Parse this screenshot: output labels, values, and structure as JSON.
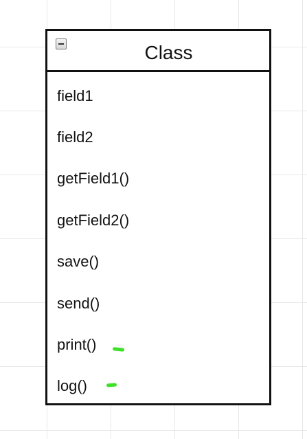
{
  "canvas": {
    "grid_color": "#e8e8e8",
    "background_color": "#ffffff"
  },
  "uml_class": {
    "name": "Class",
    "collapse_icon": "minus-box-icon",
    "border_color": "#111111",
    "members": [
      "field1",
      "field2",
      "getField1()",
      "getField2()",
      "save()",
      "send()",
      "print()",
      "log()"
    ]
  },
  "highlight_marks": {
    "color": "#3ee02a",
    "marked_members": [
      "print()",
      "log()"
    ]
  }
}
